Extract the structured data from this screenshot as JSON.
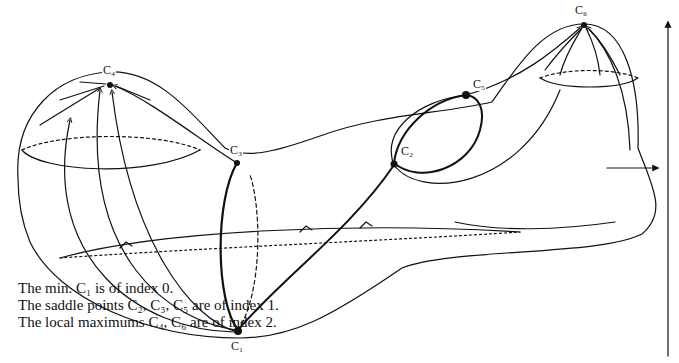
{
  "diagram": {
    "labels": [
      "C₆",
      "C₄",
      "C₅",
      "C₃",
      "C₂",
      "C₁",
      "The min. C₁ is of index 0.",
      "The saddle points C₂, C₃, C₅ are of index 1.",
      "The local maximums C₄, C₆ are of index 2."
    ]
  }
}
